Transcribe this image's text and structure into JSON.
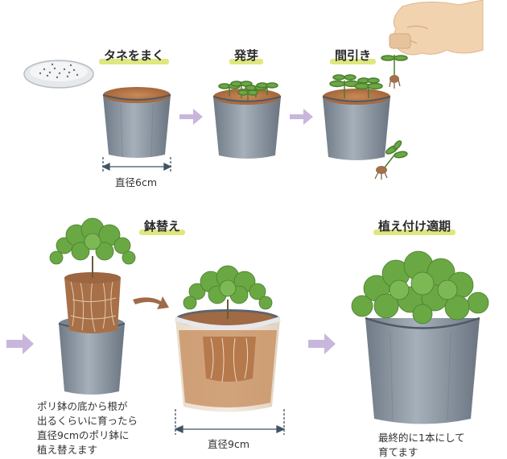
{
  "steps": {
    "sow": "タネをまく",
    "germinate": "発芽",
    "thin": "間引き",
    "repot": "鉢替え",
    "plant": "植え付け適期"
  },
  "measures": {
    "small": "直径6cm",
    "large": "直径9cm"
  },
  "notes": {
    "repot_line1": "ポリ鉢の底から根が",
    "repot_line2": "出るくらいに育ったら",
    "repot_line3": "直径9cmのポリ鉢に",
    "repot_line4": "植え替えます",
    "final_line1": "最終的に1本にして",
    "final_line2": "育てます"
  },
  "colors": {
    "pot": "#8f9aa6",
    "soil": "#b9794a",
    "leaf": "#5a9a3a",
    "arrow": "#c9b6dc",
    "highlight": "#d8e36a"
  }
}
